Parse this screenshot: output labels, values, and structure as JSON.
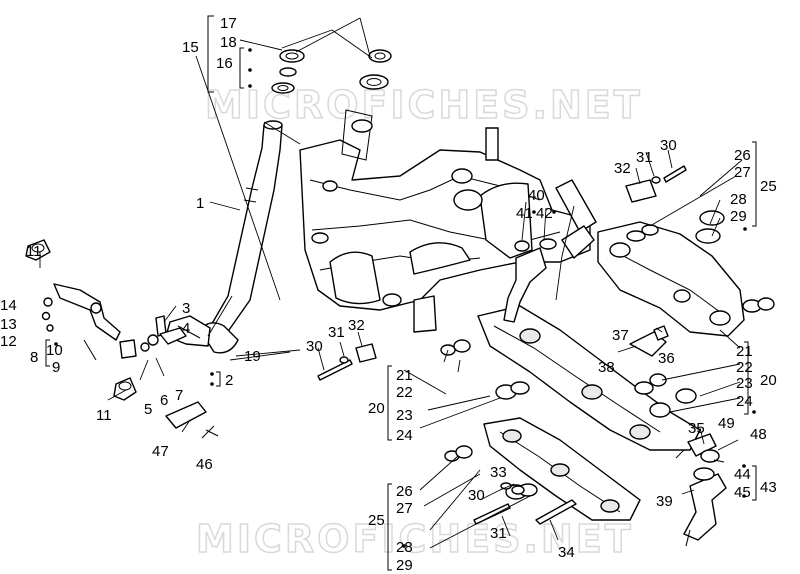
{
  "watermarks": [
    "MICROFICHES.NET",
    "MICROFICHES.NET"
  ],
  "callouts": [
    "1",
    "2",
    "3",
    "4",
    "5",
    "6",
    "7",
    "8",
    "9",
    "10",
    "11",
    "11",
    "12",
    "13",
    "14",
    "15",
    "16",
    "17",
    "18",
    "19",
    "20",
    "20",
    "21",
    "21",
    "22",
    "22",
    "23",
    "23",
    "24",
    "24",
    "25",
    "25",
    "26",
    "26",
    "27",
    "27",
    "28",
    "28",
    "29",
    "29",
    "30",
    "30",
    "30",
    "31",
    "31",
    "31",
    "32",
    "32",
    "33",
    "34",
    "35",
    "36",
    "37",
    "38",
    "39",
    "40",
    "41",
    "42",
    "43",
    "44",
    "45",
    "46",
    "47",
    "48",
    "49"
  ]
}
